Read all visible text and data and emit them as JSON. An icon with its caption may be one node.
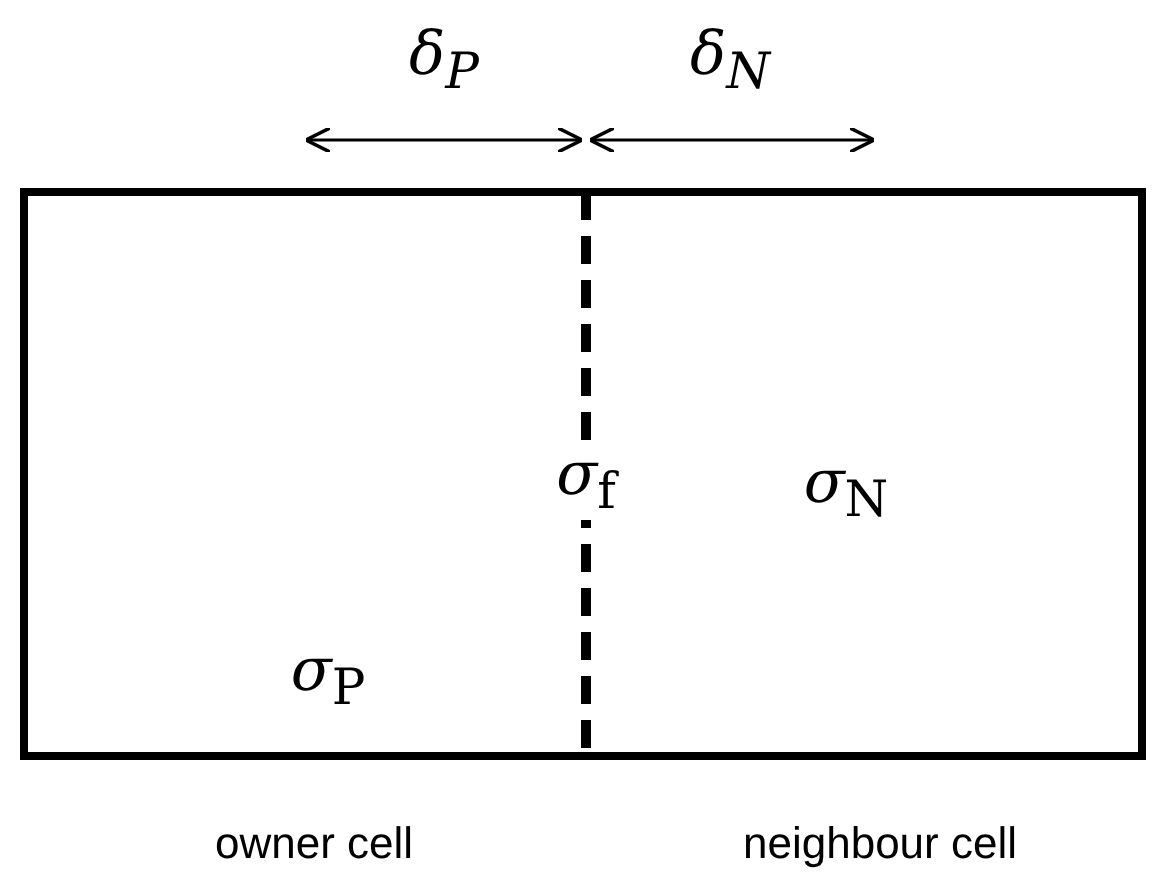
{
  "diagram": {
    "nodes": [
      {
        "text": [
          "*σ*$_{P}$"
        ],
        "beside": [
          "owner cell"
        ]
      },
      {
        "text": [
          "*σ*$_{N}$"
        ],
        "beside": [
          "neighbour cell"
        ]
      }
    ],
    "edges": [],
    "labels": [
      "δ$_{P}$",
      "δ$_{N}$",
      "*σ*$_{f}$"
    ]
  }
}
